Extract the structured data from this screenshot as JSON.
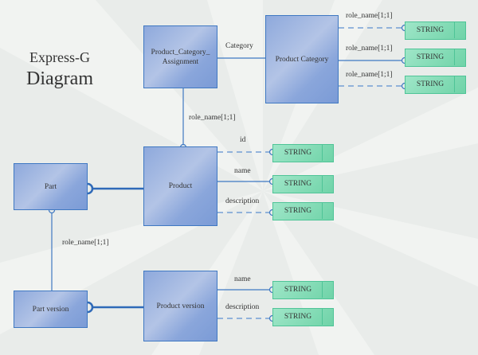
{
  "title": {
    "line1": "Express-G",
    "line2": "Diagram"
  },
  "colors": {
    "entity_border": "#3f78c2",
    "entity_fill": "#9db4e0",
    "string_fill": "#8fe0bd",
    "string_border": "#4fc497",
    "line": "#3f78c2",
    "background": "#e9ecea"
  },
  "entities": {
    "pca": "Product_Category_\nAssignment",
    "product_category": "Product  Category",
    "product": "Product",
    "part": "Part",
    "part_version": "Part  version",
    "product_version": "Product  version"
  },
  "types": {
    "string": "STRING"
  },
  "labels": {
    "category": "Category",
    "role_name_1": "role_name[1;1]",
    "role_name_2": "role_name[1;1]",
    "role_name_3": "role_name[1;1]",
    "role_name_pca_product": "role_name[1;1]",
    "role_name_part": "role_name[1;1]",
    "id": "id",
    "name": "name",
    "description": "description",
    "pv_name": "name",
    "pv_description": "description"
  }
}
